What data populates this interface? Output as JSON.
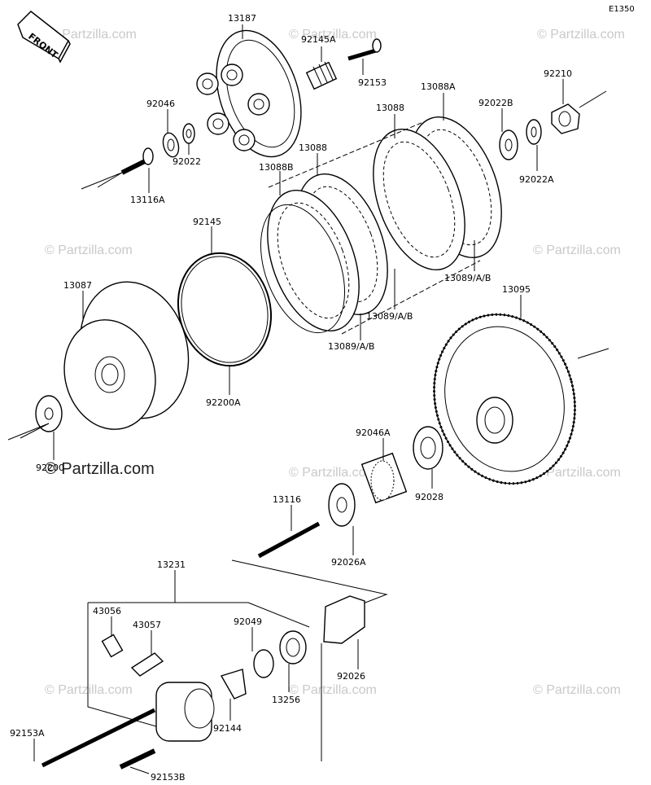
{
  "diagram": {
    "code": "E1350",
    "front_label": "FRONT",
    "watermark": "© Partzilla.com",
    "labels": {
      "p13187": "13187",
      "p92145A": "92145A",
      "p92153": "92153",
      "p13088A": "13088A",
      "p92022B": "92022B",
      "p92210": "92210",
      "p92046": "92046",
      "p13088_top": "13088",
      "p13088_mid": "13088",
      "p13088B": "13088B",
      "p92022": "92022",
      "p92022A": "92022A",
      "p13116A": "13116A",
      "p92145": "92145",
      "p13089_r": "13089/A/B",
      "p13089_m": "13089/A/B",
      "p13089_l": "13089/A/B",
      "p13087": "13087",
      "p13095": "13095",
      "p92200A": "92200A",
      "p92200": "92200",
      "p92046A": "92046A",
      "p92028": "92028",
      "p13116": "13116",
      "p92026A": "92026A",
      "p13231": "13231",
      "p43056": "43056",
      "p43057": "43057",
      "p92049": "92049",
      "p92026": "92026",
      "p13256": "13256",
      "p92144": "92144",
      "p92153A": "92153A",
      "p92153B": "92153B"
    }
  }
}
